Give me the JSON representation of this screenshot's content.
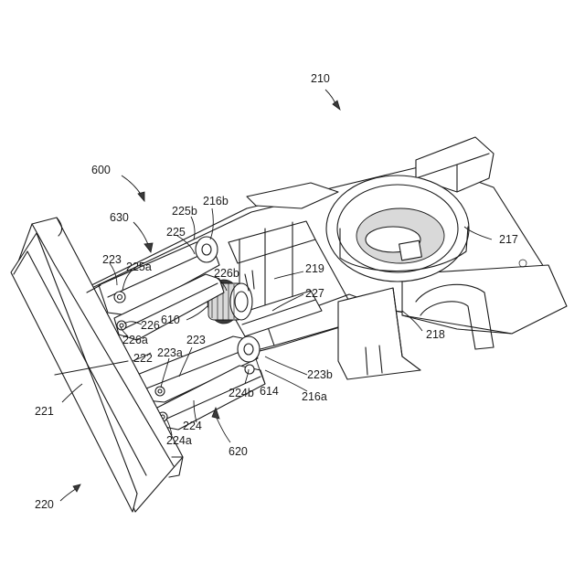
{
  "labels": {
    "l210": "210",
    "l600": "600",
    "l630": "630",
    "l225b": "225b",
    "l216b": "216b",
    "l225": "225",
    "l223_top": "223",
    "l225a": "225a",
    "l226b": "226b",
    "l219": "219",
    "l217": "217",
    "l227": "227",
    "l610": "610",
    "l226": "226",
    "l226a": "226a",
    "l222": "222",
    "l223a": "223a",
    "l223_mid": "223",
    "l218": "218",
    "l223b": "223b",
    "l224b": "224b",
    "l614": "614",
    "l216a": "216a",
    "l221": "221",
    "l224": "224",
    "l224a": "224a",
    "l620": "620",
    "l220": "220"
  }
}
